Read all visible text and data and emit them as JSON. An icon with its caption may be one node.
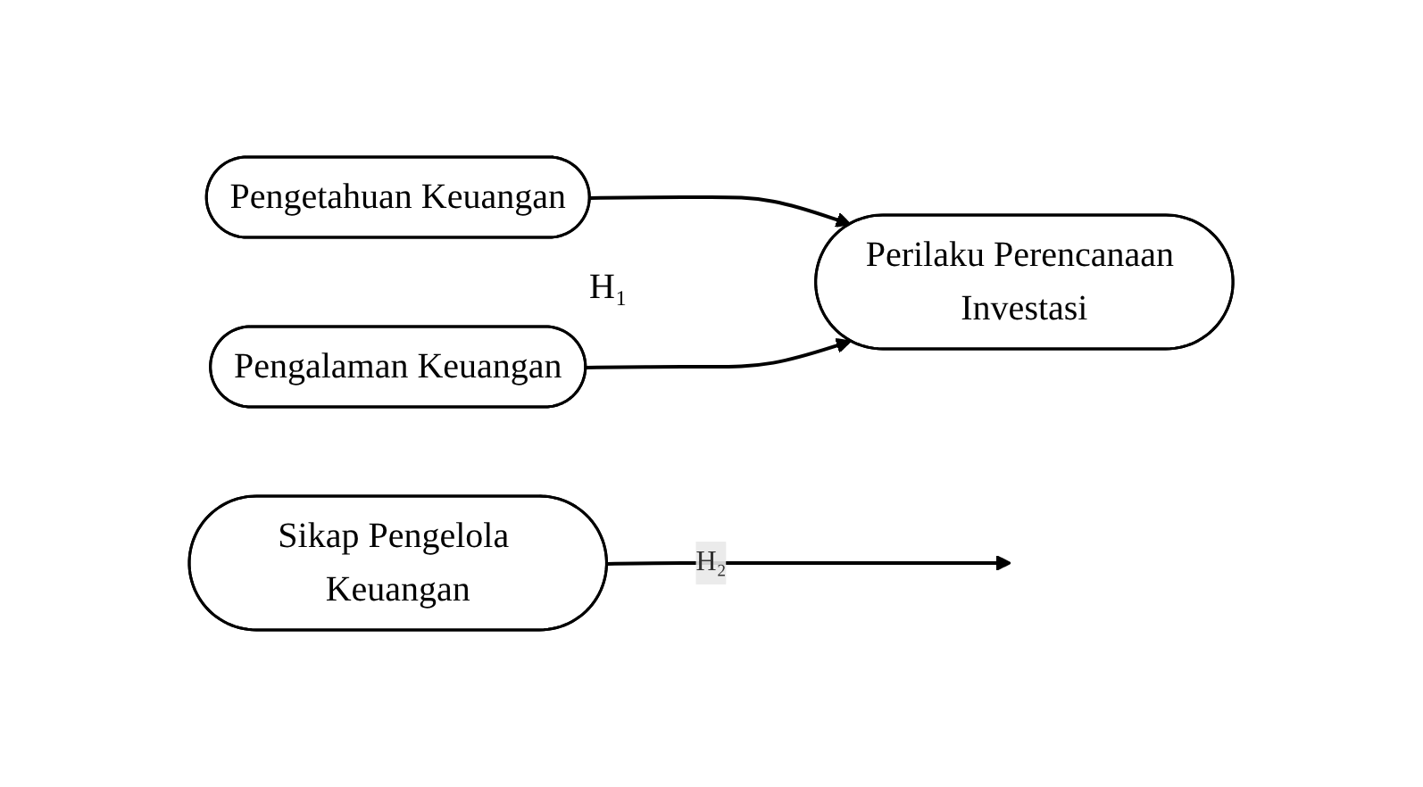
{
  "diagram": {
    "nodes": [
      {
        "text": [
          "Pengetahuan Keuangan"
        ]
      },
      {
        "text": [
          "Pengalaman Keuangan"
        ]
      },
      {
        "text": [
          "Perilaku Perencanaan Investasi"
        ]
      },
      {
        "text": [
          "Sikap Pengelola Keuangan"
        ]
      }
    ],
    "edges": [
      {
        "from": 0,
        "to": 2,
        "arrow": "to"
      },
      {
        "from": 1,
        "to": 2,
        "arrow": "to"
      },
      {
        "from": 3,
        "to": null,
        "arrow": "to",
        "label": "H₂"
      }
    ],
    "labels": [
      "H₁"
    ]
  }
}
